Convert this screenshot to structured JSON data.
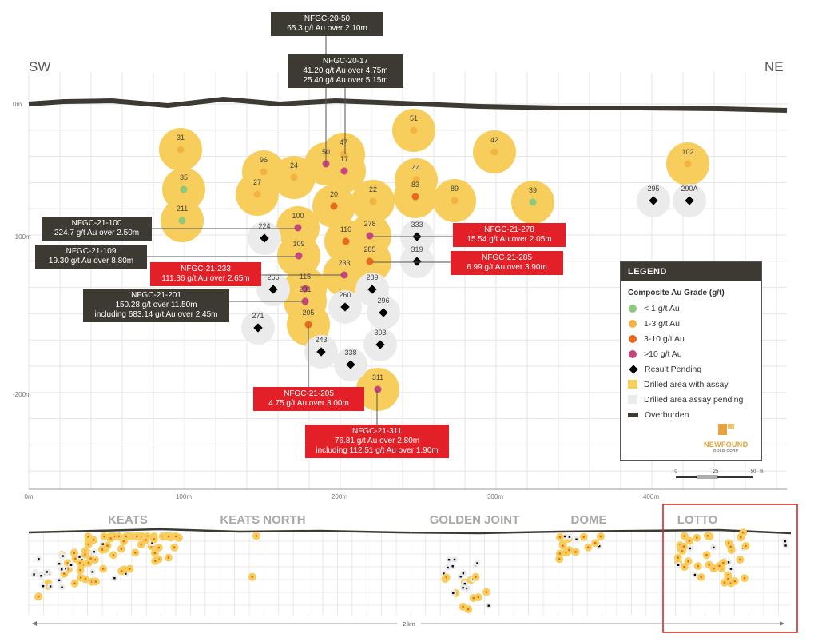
{
  "directions": {
    "left": "SW",
    "right": "NE"
  },
  "depth_labels": [
    "0m",
    "-100m",
    "-200m"
  ],
  "distance_labels": [
    "0m",
    "100m",
    "200m",
    "300m",
    "400m"
  ],
  "holes": [
    {
      "label": "31",
      "grade": "1-3",
      "status": "assay"
    },
    {
      "label": "35",
      "grade": "<1",
      "status": "assay"
    },
    {
      "label": "211",
      "grade": "<1",
      "status": "assay"
    },
    {
      "label": "96",
      "grade": "1-3",
      "status": "assay"
    },
    {
      "label": "27",
      "grade": "1-3",
      "status": "assay"
    },
    {
      "label": "24",
      "grade": "1-3",
      "status": "assay"
    },
    {
      "label": "50",
      "grade": ">10",
      "status": "assay"
    },
    {
      "label": "47",
      "grade": "1-3",
      "status": "assay"
    },
    {
      "label": "17",
      "grade": ">10",
      "status": "assay"
    },
    {
      "label": "51",
      "grade": "1-3",
      "status": "assay"
    },
    {
      "label": "42",
      "grade": "1-3",
      "status": "assay"
    },
    {
      "label": "44",
      "grade": "1-3",
      "status": "assay"
    },
    {
      "label": "83",
      "grade": "3-10",
      "status": "assay"
    },
    {
      "label": "89",
      "grade": "1-3",
      "status": "assay"
    },
    {
      "label": "39",
      "grade": "<1",
      "status": "assay"
    },
    {
      "label": "102",
      "grade": "1-3",
      "status": "assay"
    },
    {
      "label": "20",
      "grade": "3-10",
      "status": "assay"
    },
    {
      "label": "22",
      "grade": "1-3",
      "status": "assay"
    },
    {
      "label": "100",
      "grade": ">10",
      "status": "assay"
    },
    {
      "label": "110",
      "grade": "3-10",
      "status": "assay"
    },
    {
      "label": "278",
      "grade": ">10",
      "status": "assay"
    },
    {
      "label": "109",
      "grade": ">10",
      "status": "assay"
    },
    {
      "label": "285",
      "grade": "3-10",
      "status": "assay"
    },
    {
      "label": "233",
      "grade": ">10",
      "status": "assay"
    },
    {
      "label": "115",
      "grade": ">10",
      "status": "assay"
    },
    {
      "label": "201",
      "grade": ">10",
      "status": "assay"
    },
    {
      "label": "205",
      "grade": "3-10",
      "status": "assay"
    },
    {
      "label": "311",
      "grade": ">10",
      "status": "assay"
    },
    {
      "label": "295",
      "grade": "pending",
      "status": "pending"
    },
    {
      "label": "290A",
      "grade": "pending",
      "status": "pending"
    },
    {
      "label": "224",
      "grade": "pending",
      "status": "pending"
    },
    {
      "label": "333",
      "grade": "pending",
      "status": "pending"
    },
    {
      "label": "319",
      "grade": "pending",
      "status": "pending"
    },
    {
      "label": "266",
      "grade": "pending",
      "status": "pending"
    },
    {
      "label": "289",
      "grade": "pending",
      "status": "pending"
    },
    {
      "label": "260",
      "grade": "pending",
      "status": "pending"
    },
    {
      "label": "296",
      "grade": "pending",
      "status": "pending"
    },
    {
      "label": "271",
      "grade": "pending",
      "status": "pending"
    },
    {
      "label": "303",
      "grade": "pending",
      "status": "pending"
    },
    {
      "label": "243",
      "grade": "pending",
      "status": "pending"
    },
    {
      "label": "338",
      "grade": "pending",
      "status": "pending"
    }
  ],
  "callouts": [
    {
      "id": "nfgc-20-50",
      "style": "dark",
      "lines": [
        "NFGC-20-50",
        "65.3 g/t Au over 2.10m"
      ]
    },
    {
      "id": "nfgc-20-17",
      "style": "dark",
      "lines": [
        "NFGC-20-17",
        "41.20 g/t Au over 4.75m",
        "25.40 g/t Au over 5.15m"
      ]
    },
    {
      "id": "nfgc-21-100",
      "style": "dark",
      "lines": [
        "NFGC-21-100",
        "224.7 g/t Au over 2.50m"
      ]
    },
    {
      "id": "nfgc-21-109",
      "style": "dark",
      "lines": [
        "NFGC-21-109",
        "19.30 g/t Au over 8.80m"
      ]
    },
    {
      "id": "nfgc-21-233",
      "style": "red",
      "lines": [
        "NFGC-21-233",
        "111.36 g/t Au over 2.65m"
      ]
    },
    {
      "id": "nfgc-21-201",
      "style": "dark",
      "lines": [
        "NFGC-21-201",
        "150.28 g/t over 11.50m",
        "including 683.14 g/t Au over 2.45m"
      ]
    },
    {
      "id": "nfgc-21-278",
      "style": "red",
      "lines": [
        "NFGC-21-278",
        "15.54 g/t Au over 2.05m"
      ]
    },
    {
      "id": "nfgc-21-285",
      "style": "red",
      "lines": [
        "NFGC-21-285",
        "6.99 g/t Au over 3.90m"
      ]
    },
    {
      "id": "nfgc-21-205",
      "style": "red",
      "lines": [
        "NFGC-21-205",
        "4.75 g/t Au over 3.00m"
      ]
    },
    {
      "id": "nfgc-21-311",
      "style": "red",
      "lines": [
        "NFGC-21-311",
        "76.81 g/t Au over 2.80m",
        "including 112.51 g/t Au over 1.90m"
      ]
    }
  ],
  "legend": {
    "title": "LEGEND",
    "subtitle": "Composite Au Grade (g/t)",
    "items": [
      {
        "label": "< 1 g/t Au",
        "kind": "dot",
        "color": "#8dc97a"
      },
      {
        "label": "1-3 g/t Au",
        "kind": "dot",
        "color": "#f3b342"
      },
      {
        "label": "3-10 g/t Au",
        "kind": "dot",
        "color": "#e86a1f"
      },
      {
        "label": ">10 g/t Au",
        "kind": "dot",
        "color": "#c4467a"
      },
      {
        "label": "Result Pending",
        "kind": "diamond",
        "color": "#000000"
      },
      {
        "label": "Drilled area with assay",
        "kind": "square",
        "color": "#f7cd5c"
      },
      {
        "label": "Drilled area assay pending",
        "kind": "square",
        "color": "#ebebeb"
      },
      {
        "label": "Overburden",
        "kind": "bar",
        "color": "#3d3a33"
      }
    ],
    "logo_name": "NEWFOUND",
    "logo_sub": "GOLD CORP",
    "scale_labels": [
      "0",
      "25",
      "50",
      "m"
    ]
  },
  "long_section": {
    "zones": [
      "KEATS",
      "KEATS NORTH",
      "GOLDEN JOINT",
      "DOME",
      "LOTTO"
    ],
    "highlighted_zone": "LOTTO",
    "scale_label": "2 km"
  },
  "colors": {
    "assay_fill": "#f7cd5c",
    "pending_fill": "#ebebeb",
    "overburden": "#3d3a33",
    "grid": "#e6e6e6",
    "highlight_box": "#d42a2a",
    "callout_dark": "#3d3a33",
    "callout_red": "#e32027"
  }
}
